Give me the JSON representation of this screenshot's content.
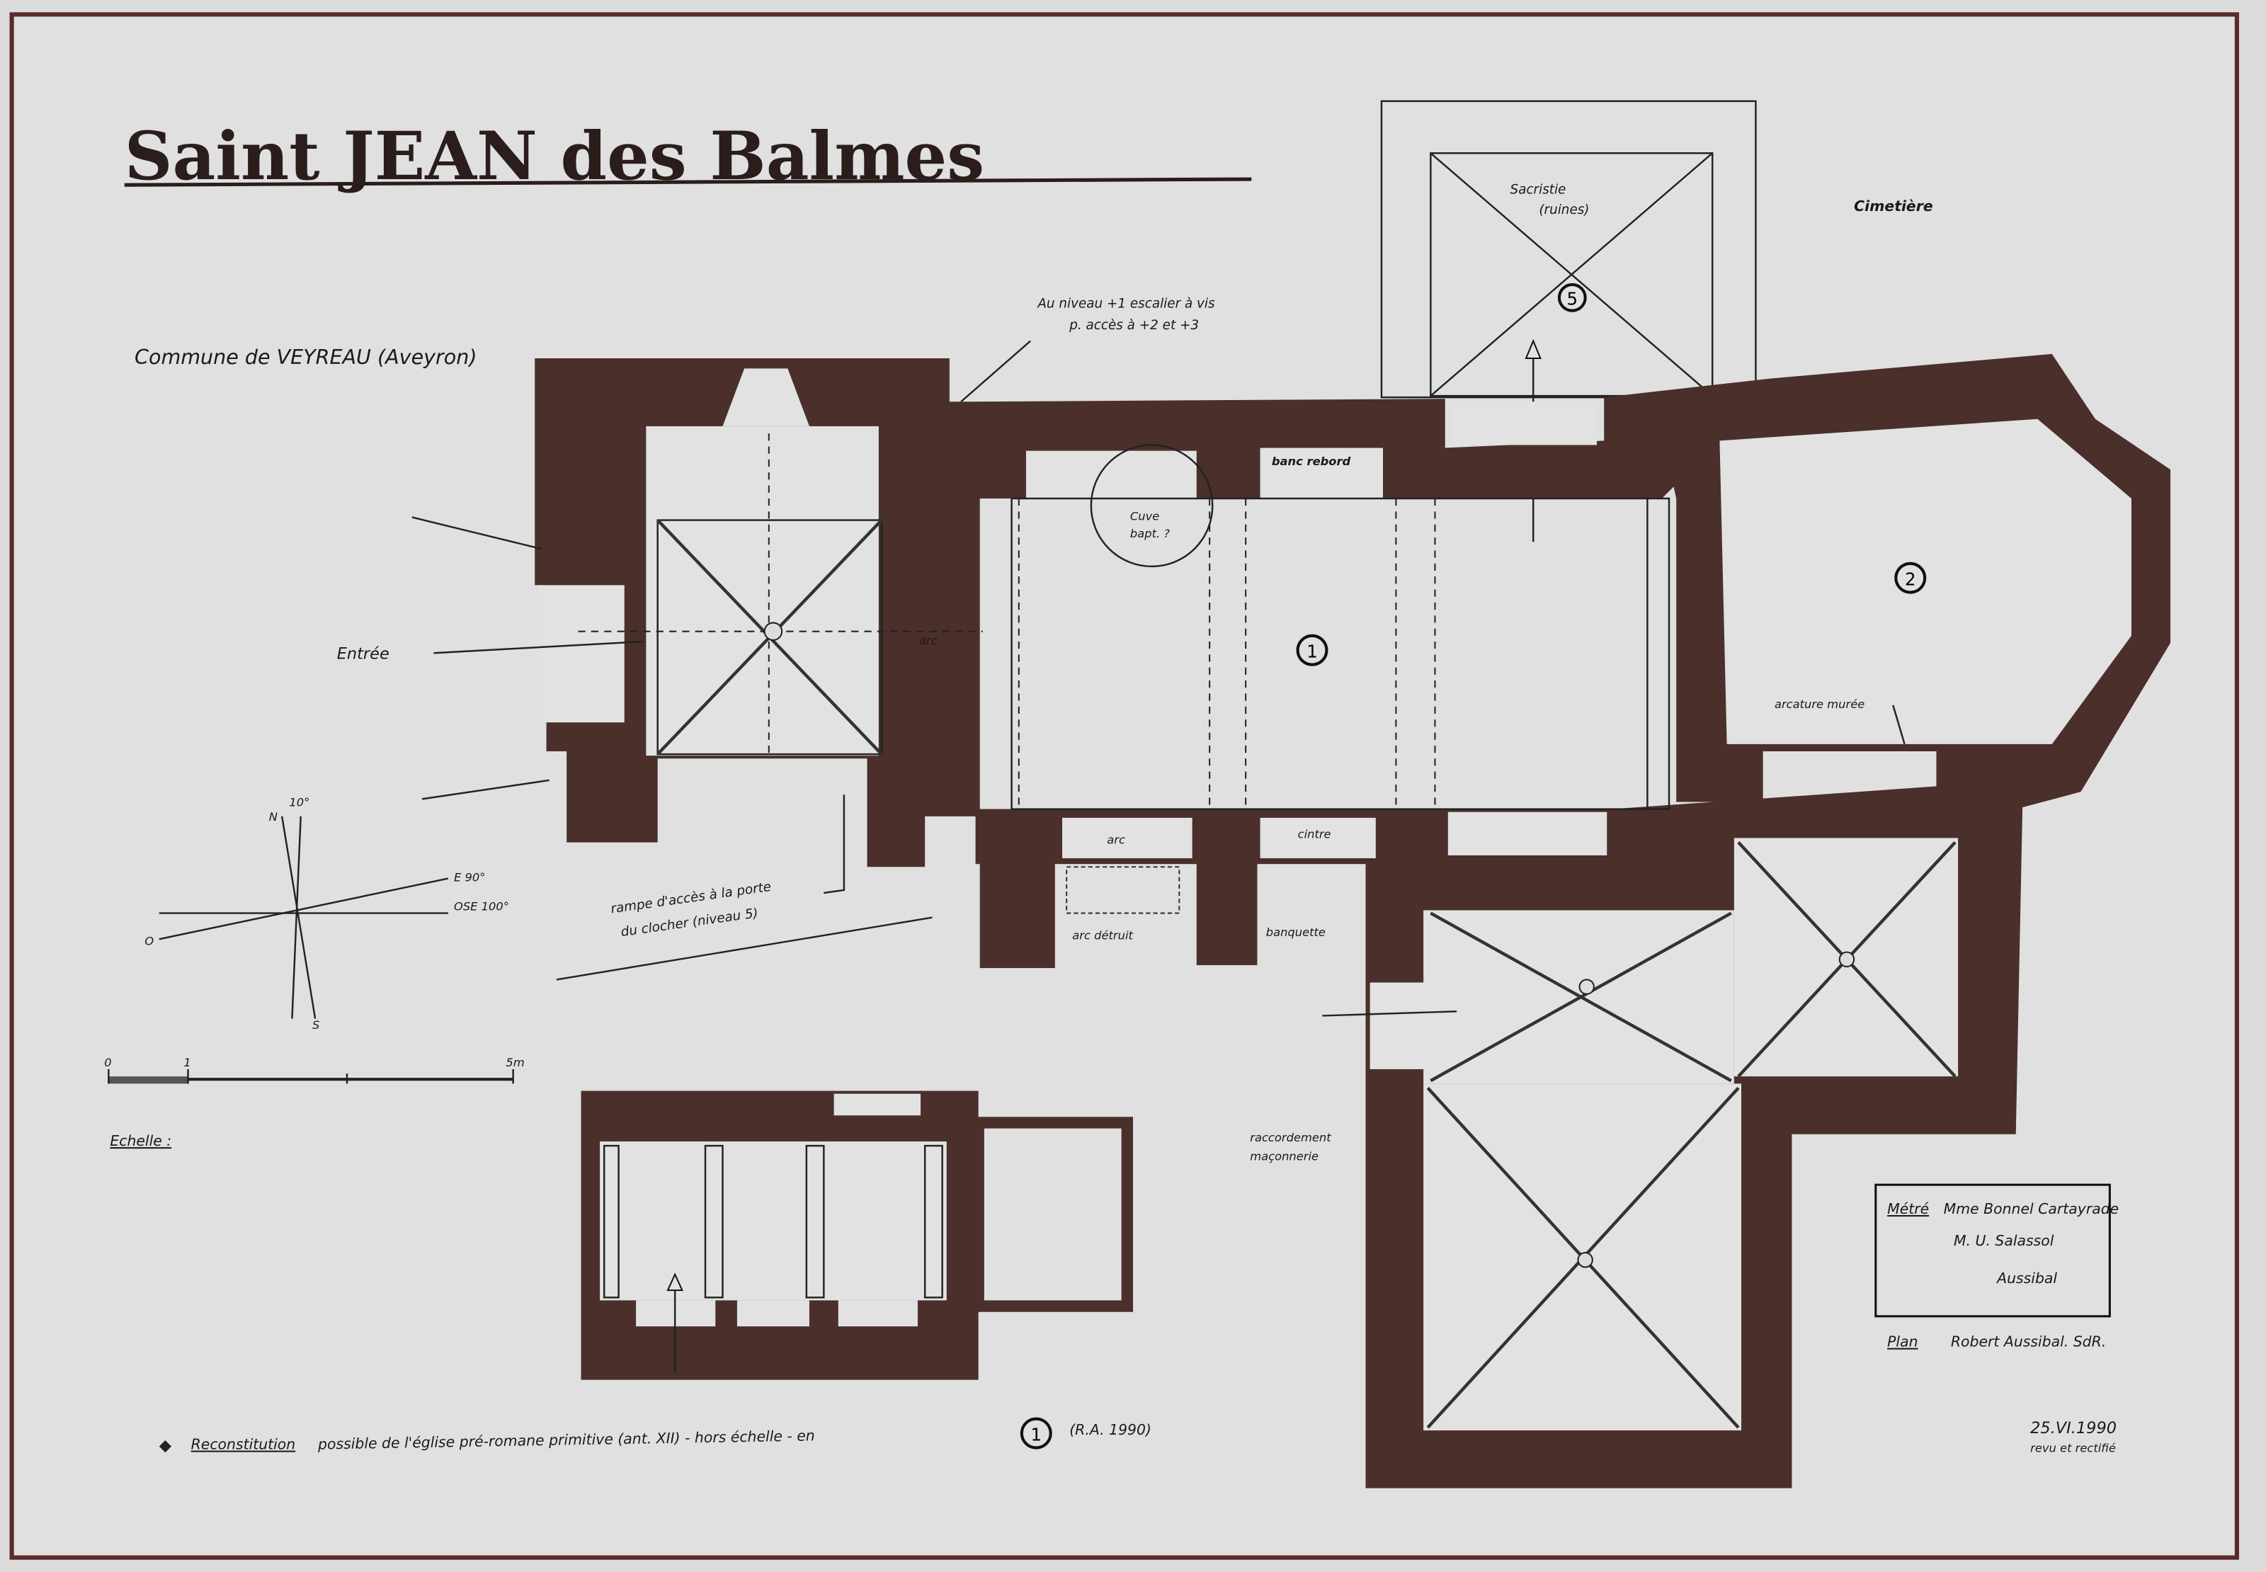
{
  "title": "Saint JEAN des Balmes",
  "commune": "Commune de VEYREAU (Aveyron)",
  "labels": {
    "entree": "Entrée",
    "sacristie": "Sacristie",
    "sacristie_note": "(ruines)",
    "cimetiere": "Cimetière",
    "stair_line1": "Au niveau +1 escalier à vis",
    "stair_line2": "p. accès à +2 et +3",
    "cuve_line1": "Cuve",
    "cuve_line2": "bapt. ?",
    "banc": "banc rebord",
    "arc1": "arc",
    "arc2": "arc",
    "cintre": "cintre",
    "arc_detruit": "arc détruit",
    "banquette": "banquette",
    "arcature": "arcature murée",
    "rampe_line1": "rampe d'accès à la porte",
    "rampe_line2": "du clocher (niveau 5)",
    "maconnerie_line1": "raccordement",
    "maconnerie_line2": "maçonnerie"
  },
  "zones": [
    "1",
    "2",
    "5"
  ],
  "compass": {
    "north": "N",
    "n_angle": "10°",
    "east": "E 90°",
    "ose": "OSE 100°",
    "west": "O",
    "south": "S"
  },
  "scale": {
    "label": "Echelle :",
    "start": "0",
    "one": "1",
    "end": "5m"
  },
  "credits": {
    "metre_label": "Métré",
    "metre_1": "Mme Bonnel Cartayrade",
    "metre_2": "M. U. Salassol",
    "metre_3": "Aussibal",
    "plan_label": "Plan",
    "plan_author": "Robert Aussibal. SdR."
  },
  "date": "25.VI.1990",
  "date_note": "revu et rectifié",
  "footnote": {
    "label": "Reconstitution",
    "text": "possible de l'église pré-romane primitive (ant. XII) - hors échelle - en",
    "zone": "1",
    "ref": "(R.A. 1990)"
  },
  "colors": {
    "wall": "#4a2f2b",
    "paper": "#dcdcdc",
    "frame": "#5a2a2a"
  }
}
